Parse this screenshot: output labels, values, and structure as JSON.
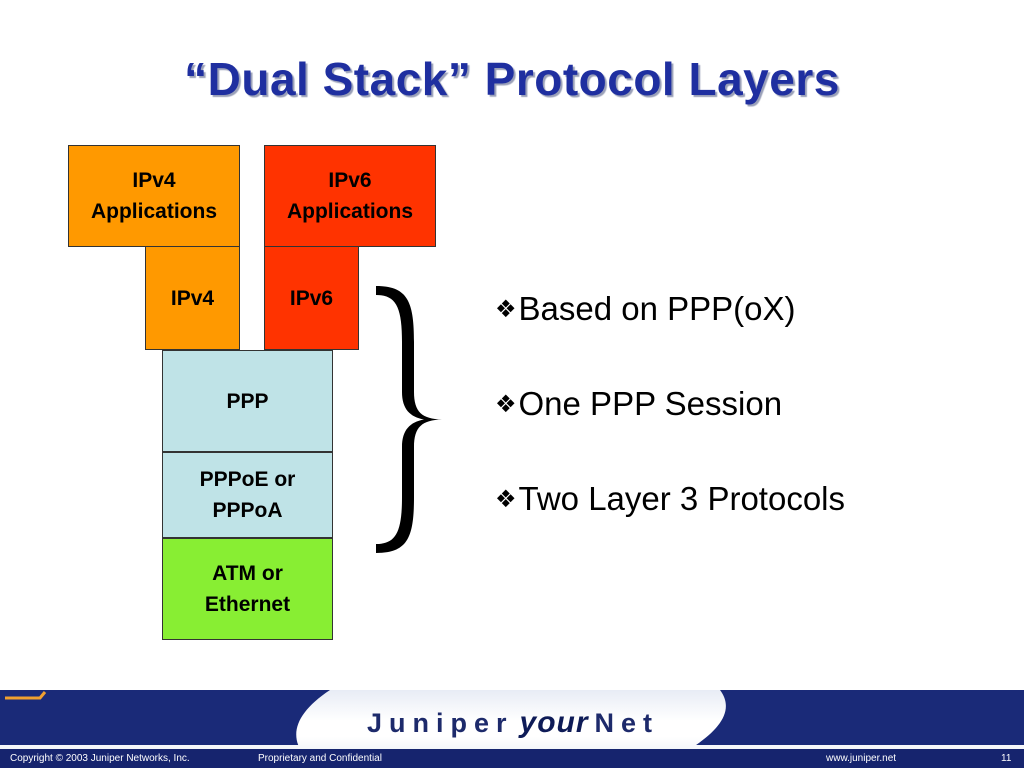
{
  "title": "“Dual Stack” Protocol Layers",
  "diagram": {
    "boxes": {
      "ipv4_apps": "IPv4\nApplications",
      "ipv6_apps": "IPv6\nApplications",
      "ipv4": "IPv4",
      "ipv6": "IPv6",
      "ppp": "PPP",
      "pppoe": "PPPoE or\nPPPoA",
      "atm": "ATM or\nEthernet"
    },
    "colors": {
      "orange": "#ff9900",
      "red": "#ff3300",
      "light_blue": "#bfe3e7",
      "green": "#88ee33"
    }
  },
  "bullets": {
    "marker": "❖",
    "items": [
      "Based on PPP(oX)",
      "One PPP Session",
      "Two Layer 3 Protocols"
    ]
  },
  "footer": {
    "brand_left": "Juniper",
    "brand_middle": "your",
    "brand_right": "Net",
    "copyright": "Copyright © 2003 Juniper Networks, Inc.",
    "confidential": "Proprietary and Confidential",
    "website": "www.juniper.net",
    "page_number": "11"
  }
}
